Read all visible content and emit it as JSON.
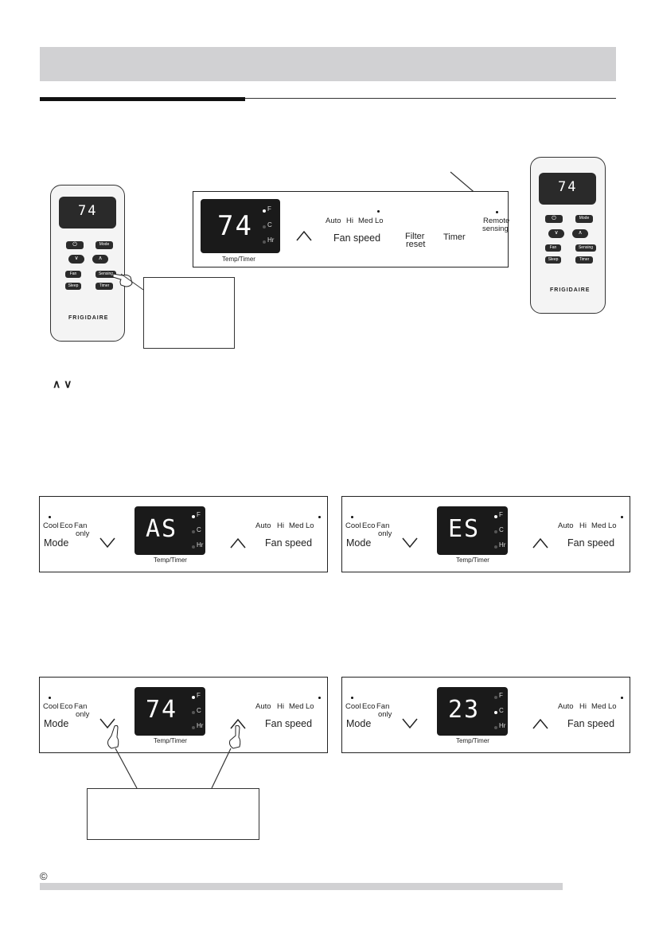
{
  "arrows_text": "∧ ∨",
  "copyright_symbol": "©",
  "main_panel": {
    "display_value": "74",
    "unit_f": "F",
    "unit_c": "C",
    "unit_hr": "Hr",
    "temp_timer": "Temp/Timer",
    "fan_auto": "Auto",
    "fan_hi": "Hi",
    "fan_med": "Med",
    "fan_lo": "Lo",
    "fan_speed": "Fan speed",
    "filter_line1": "Filter",
    "filter_line2": "reset",
    "timer": "Timer",
    "remote_line1": "Remote",
    "remote_line2": "sensing"
  },
  "panels": [
    {
      "display_value": "AS",
      "active_unit": "F"
    },
    {
      "display_value": "ES",
      "active_unit": "F"
    },
    {
      "display_value": "74",
      "active_unit": "F"
    },
    {
      "display_value": "23",
      "active_unit": "C"
    }
  ],
  "panel_labels": {
    "cool": "Cool",
    "eco": "Eco",
    "fan": "Fan",
    "only": "only",
    "mode": "Mode",
    "unit_f": "F",
    "unit_c": "C",
    "unit_hr": "Hr",
    "temp_timer": "Temp/Timer",
    "auto": "Auto",
    "hi": "Hi",
    "med": "Med",
    "lo": "Lo",
    "fan_speed": "Fan speed"
  },
  "remote": {
    "display_value": "74",
    "brand": "FRIGIDAIRE",
    "btn_mode": "Mode",
    "btn_fan": "Fan",
    "btn_sensing": "Sensing",
    "btn_sleep": "Sleep",
    "btn_timer": "Timer"
  },
  "colors": {
    "header_band": "#d1d1d3",
    "display_bg": "#1a1a1a",
    "active_dot": "#ffffff",
    "inactive_dot": "#555555"
  }
}
